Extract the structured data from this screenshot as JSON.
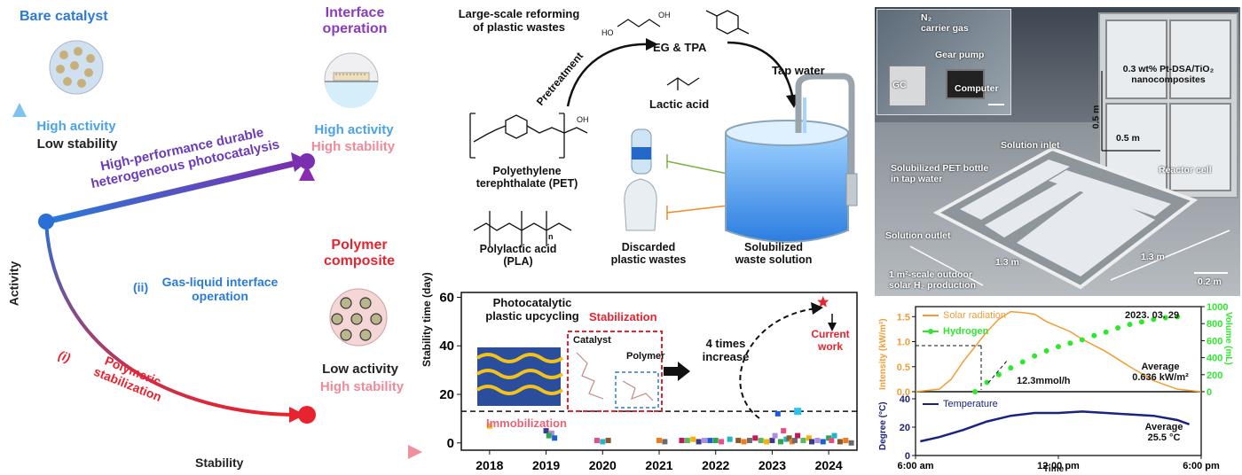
{
  "left": {
    "bare_catalyst": "Bare catalyst",
    "bare_high_activity": "High activity",
    "bare_low_stability": "Low stability",
    "interface_title_l1": "Interface",
    "interface_title_l2": "operation",
    "interface_high_activity": "High activity",
    "interface_high_stability": "High stability",
    "arrow_purple_l1": "High-performance durable",
    "arrow_purple_l2": "heterogeneous photocatalysis",
    "polymer_title_l1": "Polymer",
    "polymer_title_l2": "composite",
    "polymer_low_activity": "Low activity",
    "polymer_high_stability": "High stability",
    "route_ii_num": "(ii)",
    "route_ii_l1": "Gas-liquid interface",
    "route_ii_l2": "operation",
    "route_i_num": "(i)",
    "route_i_l1": "Polymeric",
    "route_i_l2": "stabilization",
    "y_axis": "Activity",
    "x_axis": "Stability"
  },
  "middle": {
    "title_l1": "Large-scale reforming",
    "title_l2": "of plastic wastes",
    "pretreatment": "Pretreatment",
    "eg_tpa": "EG & TPA",
    "lactic_acid": "Lactic acid",
    "tap_water": "Tap water",
    "pet_l1": "Polyethylene",
    "pet_l2": "terephthalate (PET)",
    "pla_l1": "Polylactic acid",
    "pla_l2": "(PLA)",
    "discarded_l1": "Discarded",
    "discarded_l2": "plastic wastes",
    "solution_l1": "Solubilized",
    "solution_l2": "waste solution",
    "chem_ho": "HO",
    "chem_oh": "OH",
    "chem_n": "n"
  },
  "stability_chart": {
    "inset_title_l1": "Photocatalytic",
    "inset_title_l2": "plastic upcycling",
    "stabilization": "Stabilization",
    "immobilization": "Immobilization",
    "catalyst": "Catalyst",
    "polymer": "Polymer",
    "increase_l1": "4 times",
    "increase_l2": "increase",
    "current_l1": "Current",
    "current_l2": "work"
  },
  "chart_data": [
    {
      "type": "scatter",
      "ylabel": "Stability time (day)",
      "xlabel": "",
      "ylim": [
        -3,
        62
      ],
      "xlim": [
        2017.5,
        2024.5
      ],
      "x_ticks": [
        2018,
        2019,
        2020,
        2021,
        2022,
        2023,
        2024
      ],
      "y_ticks": [
        0,
        20,
        40,
        60
      ],
      "reference_line": 13,
      "series": [
        {
          "name": "",
          "points": [
            [
              2018.0,
              7
            ],
            [
              2019.0,
              5
            ],
            [
              2019.1,
              4
            ],
            [
              2019.15,
              2
            ],
            [
              2019.05,
              3
            ],
            [
              2019.9,
              1
            ],
            [
              2020.0,
              0.5
            ],
            [
              2020.1,
              1
            ],
            [
              2021.0,
              1
            ],
            [
              2021.1,
              0.5
            ],
            [
              2021.4,
              1
            ],
            [
              2021.5,
              1
            ],
            [
              2021.6,
              1.5
            ],
            [
              2021.7,
              0.5
            ],
            [
              2021.8,
              1
            ],
            [
              2021.9,
              1
            ],
            [
              2022.0,
              1
            ],
            [
              2022.1,
              0.5
            ],
            [
              2022.25,
              1.5
            ],
            [
              2022.4,
              1
            ],
            [
              2022.5,
              0.5
            ],
            [
              2022.6,
              1
            ],
            [
              2022.7,
              2
            ],
            [
              2022.8,
              1
            ],
            [
              2022.9,
              0.5
            ],
            [
              2023.0,
              1
            ],
            [
              2023.05,
              3
            ],
            [
              2023.1,
              12
            ],
            [
              2023.15,
              0.5
            ],
            [
              2023.2,
              5
            ],
            [
              2023.25,
              1.5
            ],
            [
              2023.3,
              2
            ],
            [
              2023.35,
              0.5
            ],
            [
              2023.4,
              1
            ],
            [
              2023.45,
              3
            ],
            [
              2023.55,
              1
            ],
            [
              2023.65,
              2
            ],
            [
              2023.7,
              0.5
            ],
            [
              2023.8,
              1
            ],
            [
              2023.9,
              0.5
            ],
            [
              2024.0,
              2
            ],
            [
              2024.05,
              1
            ],
            [
              2024.1,
              3
            ],
            [
              2024.2,
              0.5
            ],
            [
              2024.3,
              1
            ],
            [
              2024.4,
              0
            ]
          ]
        },
        {
          "name": "",
          "points": [
            [
              2023.45,
              13
            ]
          ]
        },
        {
          "name": "",
          "points": [
            [
              2023.9,
              58
            ]
          ]
        }
      ]
    },
    {
      "type": "line",
      "title": "2023. 03. 29",
      "xlabel": "Time",
      "x_ticks": [
        "6:00 am",
        "12:00 pm",
        "6:00 pm"
      ],
      "x_range_hours": [
        6,
        18
      ],
      "panels": [
        {
          "ylabel_left": "Intensity (kW/m²)",
          "ylabel_right": "Volume (mL)",
          "ylim_left": [
            0,
            1.7
          ],
          "ylim_right": [
            0,
            1000
          ],
          "left_ticks": [
            "0.0",
            "0.5",
            "1.0",
            "1.5"
          ],
          "right_ticks": [
            "0",
            "200",
            "400",
            "600",
            "800",
            "1000"
          ],
          "series": [
            {
              "name": "Solar radiation",
              "color": "#f39c34",
              "x": [
                6,
                7,
                7.5,
                8,
                8.5,
                9,
                9.5,
                10,
                10.5,
                11,
                11.5,
                12,
                12.5,
                13,
                14,
                15,
                16,
                17,
                18
              ],
              "y": [
                0,
                0.05,
                0.25,
                0.6,
                0.9,
                1.2,
                1.45,
                1.6,
                1.58,
                1.55,
                1.4,
                1.3,
                1.2,
                1.05,
                0.8,
                0.5,
                0.22,
                0.05,
                0
              ]
            },
            {
              "name": "Hydrogen",
              "color": "#2ee82e",
              "x": [
                8.5,
                9,
                9.5,
                10,
                10.5,
                11,
                11.5,
                12,
                12.5,
                13,
                13.5,
                14,
                14.5,
                15,
                15.5,
                16,
                16.5,
                17
              ],
              "y": [
                0,
                110,
                200,
                280,
                350,
                420,
                480,
                530,
                570,
                610,
                660,
                700,
                750,
                790,
                820,
                850,
                870,
                880
              ]
            }
          ],
          "annotations": [
            "12.3mmol/h",
            "Average",
            "0.636 kW/m²"
          ]
        },
        {
          "ylabel_left": "Degree (°C)",
          "ylim_left": [
            0,
            45
          ],
          "left_ticks": [
            "0",
            "20",
            "40"
          ],
          "series": [
            {
              "name": "Temperature",
              "color": "#1a237e",
              "x": [
                6.2,
                7,
                8,
                9,
                10,
                11,
                12,
                13,
                14,
                15,
                16,
                17,
                17.5
              ],
              "y": [
                10,
                13,
                18,
                24,
                28,
                30,
                30,
                31,
                30,
                29,
                28,
                25,
                22
              ]
            }
          ],
          "annotations": [
            "Average",
            "25.5 °C"
          ]
        }
      ]
    }
  ],
  "photo": {
    "n2_l1": "N₂",
    "n2_l2": "carrier gas",
    "gear_pump": "Gear pump",
    "gc": "GC",
    "computer": "Computer",
    "nano_l1": "0.3 wt% Pt-DSA/TiO₂",
    "nano_l2": "nanocomposites",
    "scale_05_v": "0.5 m",
    "scale_05_h": "0.5 m",
    "solution_inlet": "Solution inlet",
    "pet_bottle_l1": "Solubilized PET bottle",
    "pet_bottle_l2": "in tap water",
    "reactor_cell": "Reactor cell",
    "solution_outlet": "Solution outlet",
    "dim_13_a": "1.3 m",
    "dim_13_b": "1.3 m",
    "caption_l1": "1 m²-scale outdoor",
    "caption_l2": "solar H₂ production",
    "scale_02": "0.2 m"
  }
}
